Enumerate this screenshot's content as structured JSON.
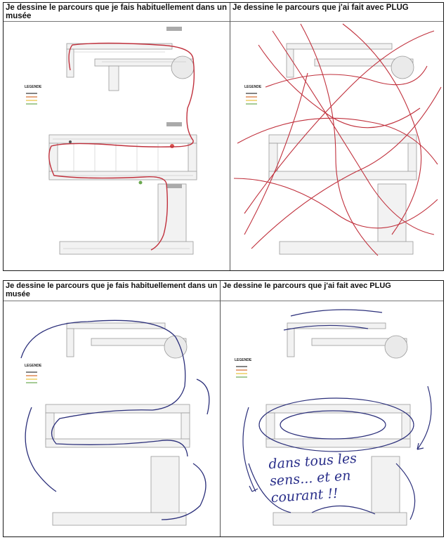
{
  "sheets": [
    {
      "left_title": "Je dessine le parcours que je fais habituellement dans un musée",
      "right_title": "Je dessine le parcours que j'ai fait avec PLUG",
      "legend": "LEGENDE",
      "ink_color": "#c0303c"
    },
    {
      "left_title": "Je dessine le parcours que je fais habituellement dans un musée",
      "right_title": "Je dessine le parcours que j'ai fait avec PLUG",
      "legend": "LEGENDE",
      "ink_color": "#2b2f7a",
      "note": [
        "dans tous les",
        "sens... et en",
        "courant !!"
      ]
    }
  ],
  "legend_colors": [
    "#333333",
    "#d66a2a",
    "#e8c23a",
    "#6aa84f"
  ],
  "plan_color": "#9a9a9a"
}
